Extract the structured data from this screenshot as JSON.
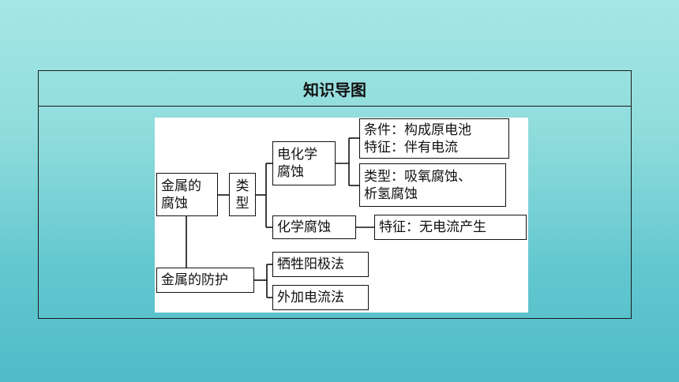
{
  "title": "知识导图",
  "nodes": {
    "metal_corrosion": [
      "金属的",
      "腐蚀"
    ],
    "types": [
      "类",
      "型"
    ],
    "electrochemical": [
      "电化学",
      "腐蚀"
    ],
    "conditions": [
      "条件：构成原电池",
      "特征：伴有电流"
    ],
    "corrosion_types": [
      "类型：吸氧腐蚀、",
      "析氢腐蚀"
    ],
    "chemical": "化学腐蚀",
    "chemical_feature": "特征：无电流产生",
    "protection": "金属的防护",
    "sacrificial_anode": "牺牲阳极法",
    "impressed_current": "外加电流法"
  }
}
